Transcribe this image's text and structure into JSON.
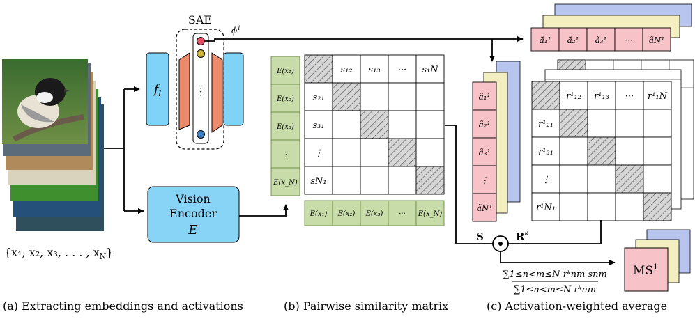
{
  "panel_a": {
    "sae_label": "SAE",
    "phi_label": "ϕ",
    "phi_sup": "1",
    "dots_label": "⋮",
    "fl_label": "f",
    "fl_sub": "l",
    "encoder_line1": "Vision",
    "encoder_line2": "Encoder",
    "encoder_symbol": "E",
    "image_set_label": "{x₁, x₂, x₃, . . . , x",
    "image_set_sub": "N",
    "image_set_close": "}",
    "caption": "(a) Extracting embeddings and activations",
    "colors": {
      "sae_red": "#ec8a6c",
      "fl_blue": "#7fd3f7",
      "encoder_blue": "#87d4f6",
      "dot_red": "#e8506a",
      "dot_yellow": "#c9b236",
      "dot_blue": "#3e7fbf"
    }
  },
  "panel_b": {
    "row_labels": [
      "E(x₁)",
      "E(x₂)",
      "E(x₃)",
      "⋮",
      "E(x_N)"
    ],
    "col_labels": [
      "E(x₁)",
      "E(x₂)",
      "E(x₃)",
      "···",
      "E(x_N)"
    ],
    "cells": [
      [
        "",
        "s₁₂",
        "s₁₃",
        "···",
        "s₁N"
      ],
      [
        "s₂₁",
        "",
        "",
        "",
        ""
      ],
      [
        "s₃₁",
        "",
        "",
        "",
        ""
      ],
      [
        "⋮",
        "",
        "",
        "",
        ""
      ],
      [
        "sN₁",
        "",
        "",
        "",
        ""
      ]
    ],
    "caption": "(b) Pairwise similarity matrix",
    "colors": {
      "green": "#c8dcaa",
      "green_border": "#6a8a44"
    }
  },
  "panel_c": {
    "activation_row": [
      "ã₁¹",
      "ã₂¹",
      "ã₃¹",
      "···",
      "ãN¹"
    ],
    "activation_col": [
      "ã₁¹",
      "ã₂¹",
      "ã₃¹",
      "⋮",
      "ãN¹"
    ],
    "cells": [
      [
        "",
        "r¹₁₂",
        "r¹₁₃",
        "···",
        "r¹₁N"
      ],
      [
        "r¹₂₁",
        "",
        "",
        "",
        ""
      ],
      [
        "r¹₃₁",
        "",
        "",
        "",
        ""
      ],
      [
        "⋮",
        "",
        "",
        "",
        ""
      ],
      [
        "r¹N₁",
        "",
        "",
        "",
        ""
      ]
    ],
    "s_label": "S",
    "r_label": "R",
    "r_sup": "k",
    "odot": "⊙",
    "formula_numerator": "∑1≤n<m≤N rᵏnm snm",
    "formula_denominator": "∑1≤n<m≤N rᵏnm",
    "ms_label": "MS",
    "ms_sup": "1",
    "caption": "(c) Activation-weighted average",
    "colors": {
      "pink": "#f7c3c8",
      "yellow": "#f3efc0",
      "blue": "#b8c6ef"
    }
  }
}
